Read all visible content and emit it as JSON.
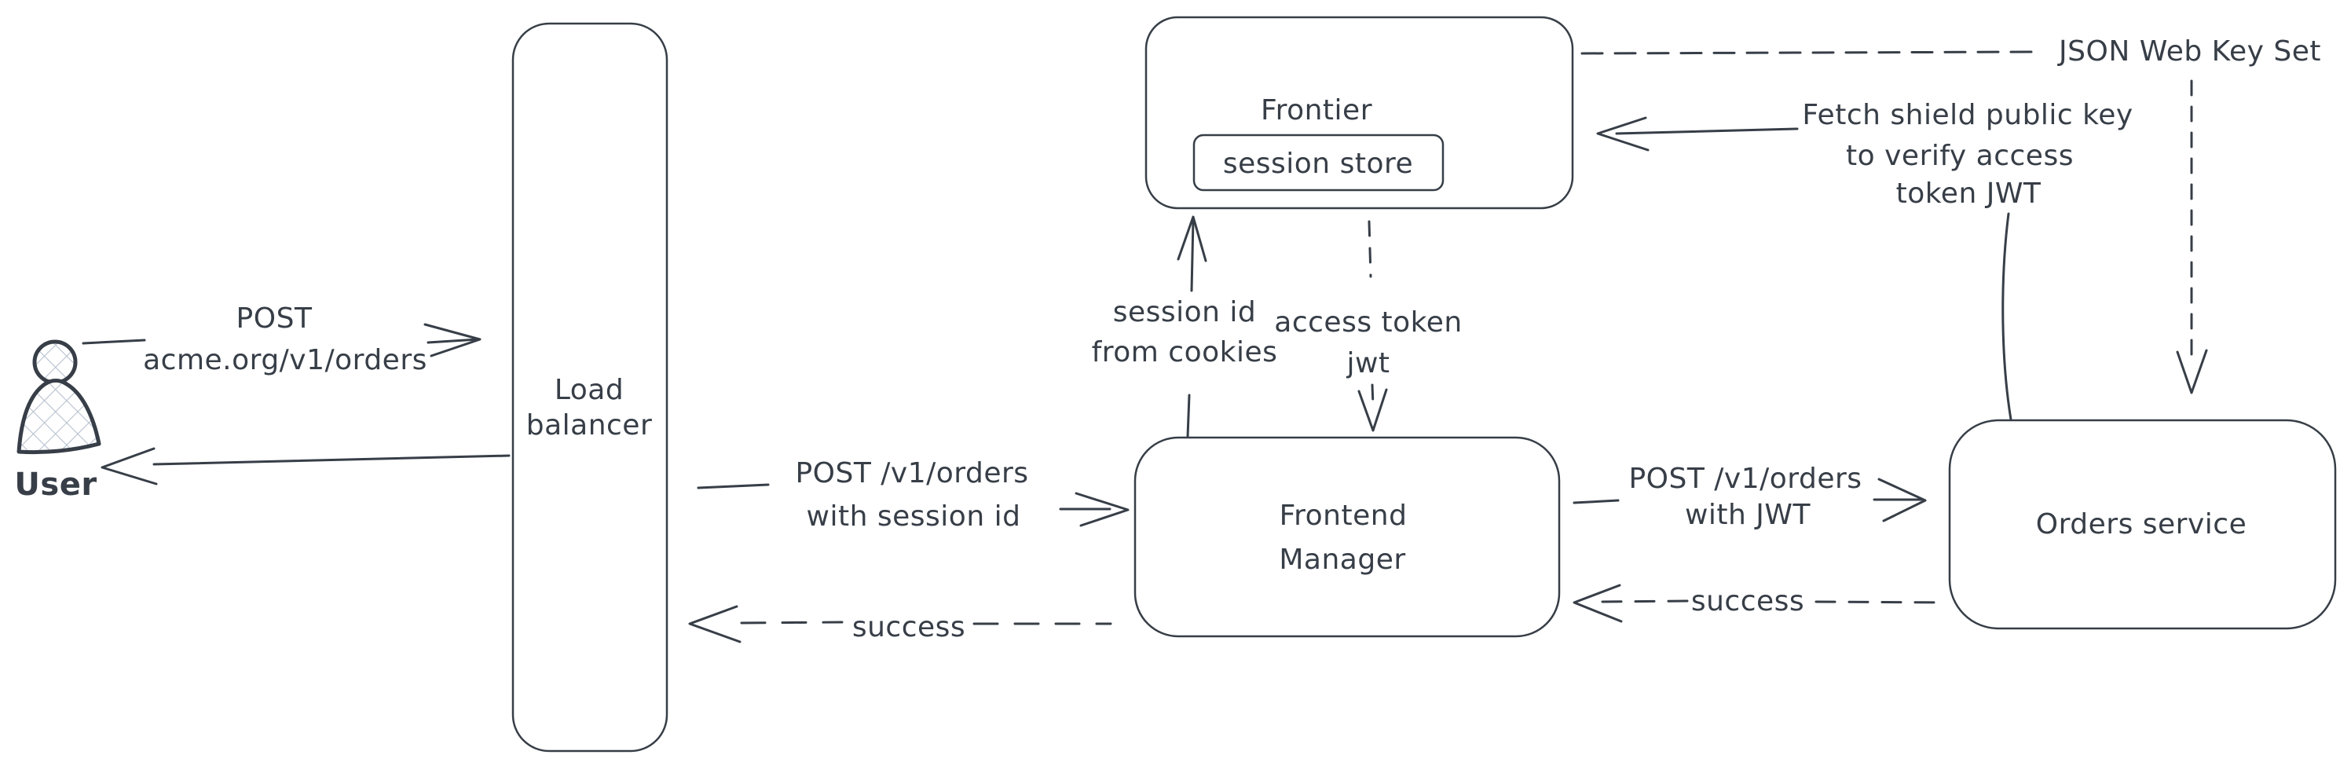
{
  "canvas": {
    "background": "#ffffff",
    "stroke_color": "#373e47",
    "hatch_fill_color": "#b8c2cf"
  },
  "nodes": {
    "user": {
      "label": "User"
    },
    "load_balancer": {
      "line1": "Load",
      "line2": "balancer"
    },
    "frontier": {
      "label": "Frontier",
      "session_store": {
        "label": "session store"
      }
    },
    "frontend_manager": {
      "line1": "Frontend",
      "line2": "Manager"
    },
    "orders_service": {
      "label": "Orders service"
    }
  },
  "edges": {
    "user_to_lb": {
      "line1": "POST",
      "line2": "acme.org/v1/orders"
    },
    "lb_to_fm": {
      "line1": "POST /v1/orders",
      "line2": "with session id"
    },
    "fm_to_lb": {
      "label": "success"
    },
    "fm_to_frontier": {
      "line1": "session id",
      "line2": "from cookies"
    },
    "frontier_to_fm": {
      "line1": "access token",
      "line2": "jwt"
    },
    "fm_to_orders": {
      "line1": "POST /v1/orders",
      "line2": "with JWT"
    },
    "orders_to_fm": {
      "label": "success"
    },
    "orders_to_frontier": {
      "line1": "Fetch shield public key",
      "line2": "to verify access",
      "line3": "token JWT"
    },
    "frontier_jwks": {
      "label": "JSON Web Key Set"
    }
  }
}
